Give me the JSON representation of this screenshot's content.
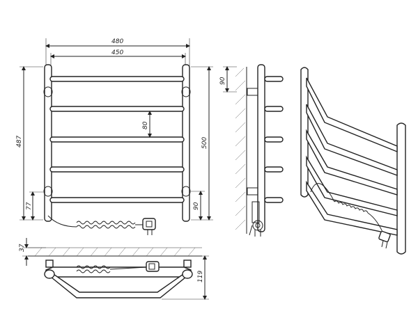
{
  "dimensions": {
    "width_outer": "480",
    "width_inner": "450",
    "height_left": "487",
    "height_right": "500",
    "rung_spacing": "80",
    "bottom_left": "77",
    "bottom_right": "90",
    "side_top": "90",
    "plan_depth": "37",
    "plan_height": "119"
  }
}
